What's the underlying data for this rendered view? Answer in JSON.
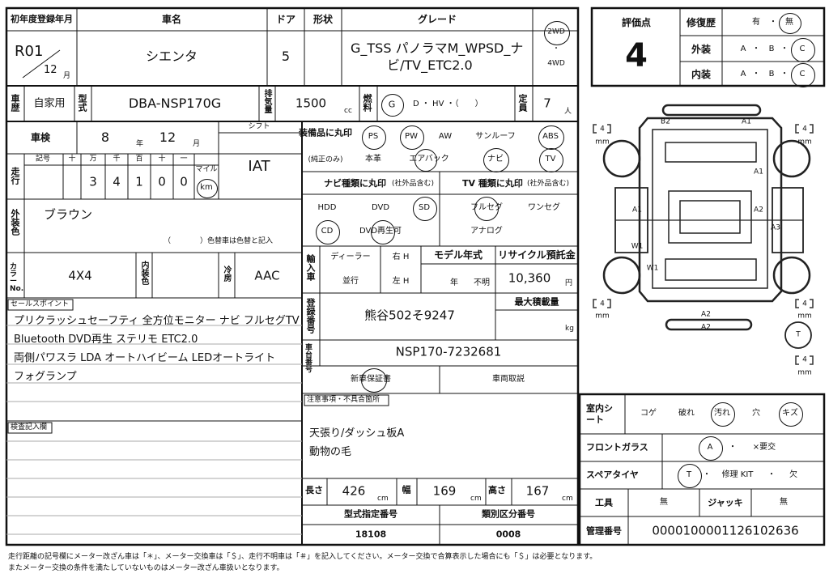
{
  "reg_year_label": "初年度登録年月",
  "reg_year": "R01",
  "reg_month": "12",
  "month_unit": "月",
  "name_label": "車名",
  "name": "シエンタ",
  "door_label": "ドア",
  "door": "5",
  "shape_label": "形状",
  "grade_label": "グレード",
  "grade_line1": "G_TSS パノラマM_WPSD_ナ",
  "grade_line2": "ビ/TV_ETC2.0",
  "drive_2wd": "2WD",
  "drive_dot": "・",
  "drive_4wd": "4WD",
  "score_label": "評価点",
  "score": "4",
  "repair_label": "修復歴",
  "repair_yes": "有",
  "repair_no": "無",
  "exterior_label": "外装",
  "interior_label": "内装",
  "grade_a": "A",
  "grade_b": "B",
  "grade_c": "C",
  "use_label": "車歴",
  "use": "自家用",
  "model_label": "型式",
  "model": "DBA-NSP170G",
  "disp_label": "排気量",
  "disp": "1500",
  "disp_unit": "cc",
  "fuel_label": "燃料",
  "fuel_g": "G",
  "fuel_rest": "D ・ HV ・（　　）",
  "cap_label": "定員",
  "cap": "7",
  "cap_unit": "人",
  "inspect_label": "車検",
  "inspect_year": "8",
  "year_unit": "年",
  "inspect_month": "12",
  "shift_label": "シフト",
  "shift": "IAT",
  "odo_label": "走行",
  "odo_sign": "記号",
  "odo_10k": "十",
  "odo_man": "万",
  "odo_sen": "千",
  "odo_hyaku": "百",
  "odo_ju": "十",
  "odo_ichi": "一",
  "odo_digits": [
    "3",
    "4",
    "1",
    "0",
    "0"
  ],
  "odo_unit_mile": "マイル",
  "odo_unit_km": "km",
  "color_label": "外装色",
  "color": "ブラウン",
  "color_note": "（　　　　）色替車は色替と記入",
  "colorno_label": "カラーNo.",
  "colorno": "4X4",
  "intcolor_label": "内装色",
  "ac_label": "冷房",
  "ac": "AAC",
  "equip_label": "装備品に丸印",
  "equip_sub": "(純正のみ)",
  "equip_ps": "PS",
  "equip_pw": "PW",
  "equip_aw": "AW",
  "equip_sunroof": "サンルーフ",
  "equip_abs": "ABS",
  "equip_leather": "本革",
  "equip_airbag": "エアバック",
  "equip_navi": "ナビ",
  "equip_tv": "TV",
  "navi_label": "ナビ種類に丸印",
  "navi_sub": "(社外品含む)",
  "tv_label": "TV 種類に丸印",
  "tv_sub": "(社外品含む)",
  "navi_hdd": "HDD",
  "navi_dvd": "DVD",
  "navi_sd": "SD",
  "navi_cd": "CD",
  "navi_dvdplay": "DVD再生可",
  "tv_full": "フルセグ",
  "tv_one": "ワンセグ",
  "tv_analog": "アナログ",
  "import_label": "輸入車",
  "dealer": "ディーラー",
  "parallel": "並行",
  "rh": "右 H",
  "lh": "左 H",
  "model_year_label": "モデル年式",
  "model_year_y": "年",
  "model_year_unknown": "不明",
  "recycle_label": "リサイクル預託金",
  "recycle": "10,360",
  "yen": "円",
  "plate_label": "登録番号",
  "plate": "熊谷502そ9247",
  "maxload_label": "最大積載量",
  "kg": "kg",
  "chassis_label": "車台番号",
  "chassis": "NSP170-7232681",
  "warranty": "新車保証書",
  "manual": "車両取説",
  "notes_label": "注意事項・不具合箇所",
  "note1": "天張り/ダッシュ板A",
  "note2": "動物の毛",
  "sales_label": "セールスポイント",
  "sales": [
    "プリクラッシュセーフティ 全方位モニター ナビ フルセグTV",
    "Bluetooth DVD再生 ステリモ ETC2.0",
    "両側パワスラ LDA オートハイビーム LEDオートライト",
    "フォグランプ"
  ],
  "inspection_entry_label": "検査記入欄",
  "length_label": "長さ",
  "length": "426",
  "width_label": "幅",
  "width": "169",
  "height_label": "高さ",
  "height": "167",
  "cm": "cm",
  "type_no_label": "型式指定番号",
  "type_no": "18108",
  "class_no_label": "類別区分番号",
  "class_no": "0008",
  "interior_sheet_label": "室内シート",
  "koge": "コゲ",
  "yabure": "破れ",
  "yogore": "汚れ",
  "ana": "穴",
  "kizu": "キズ",
  "windshield_label": "フロントガラス",
  "ws_a": "A",
  "ws_dot": "・",
  "ws_replace": "×要交",
  "spare_label": "スペアタイヤ",
  "spare_t": "T",
  "spare_kit": "修理 KIT",
  "spare_missing": "欠",
  "tools_label": "工具",
  "tools": "無",
  "jack_label": "ジャッキ",
  "jack": "無",
  "mgmt_label": "管理番号",
  "mgmt": "0000100001126102636",
  "tire_depth": "4",
  "mm": "mm",
  "diagram_marks": [
    "B2",
    "A1",
    "A1",
    "A1",
    "A2",
    "A3",
    "W1",
    "W1",
    "A2",
    "A2",
    "T"
  ],
  "footer1": "走行距離の記号欄にメーター改ざん車は「＊」、メーター交換車は「＄」、走行不明車は「＃」を記入してください。メーター交換で合算表示した場合にも「＄」は必要となります。",
  "footer2": "またメーター交換の条件を満たしていないものはメーター改ざん車扱いとなります。"
}
